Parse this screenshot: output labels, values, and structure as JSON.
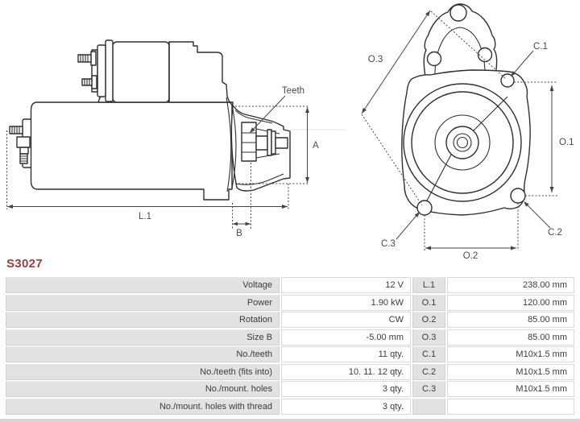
{
  "part_number": "S3027",
  "colors": {
    "part_number_red": "#a23b40",
    "table_label_bg": "#e2e2e2",
    "table_value_bg": "#ffffff",
    "drawing_line": "#2f2f2f",
    "dimension_line": "#454545"
  },
  "diagram": {
    "side_view_labels": {
      "teeth": "Teeth",
      "a": "A",
      "l1": "L.1",
      "b": "B"
    },
    "front_view_labels": {
      "o3": "O.3",
      "o1": "O.1",
      "o2": "O.2",
      "c1": "C.1",
      "c2": "C.2",
      "c3": "C.3"
    }
  },
  "spec_table": {
    "rows": [
      {
        "label": "Voltage",
        "value": "12 V",
        "dim": "L.1",
        "dim_value": "238.00 mm"
      },
      {
        "label": "Power",
        "value": "1.90 kW",
        "dim": "O.1",
        "dim_value": "120.00 mm"
      },
      {
        "label": "Rotation",
        "value": "CW",
        "dim": "O.2",
        "dim_value": "85.00 mm"
      },
      {
        "label": "Size B",
        "value": "-5.00 mm",
        "dim": "O.3",
        "dim_value": "85.00 mm"
      },
      {
        "label": "No./teeth",
        "value": "11 qty.",
        "dim": "C.1",
        "dim_value": "M10x1.5 mm"
      },
      {
        "label": "No./teeth (fits into)",
        "value": "10. 11. 12 qty.",
        "dim": "C.2",
        "dim_value": "M10x1.5 mm"
      },
      {
        "label": "No./mount. holes",
        "value": "3 qty.",
        "dim": "C.3",
        "dim_value": "M10x1.5 mm"
      },
      {
        "label": "No./mount. holes with thread",
        "value": "3 qty.",
        "dim": "",
        "dim_value": ""
      }
    ]
  }
}
